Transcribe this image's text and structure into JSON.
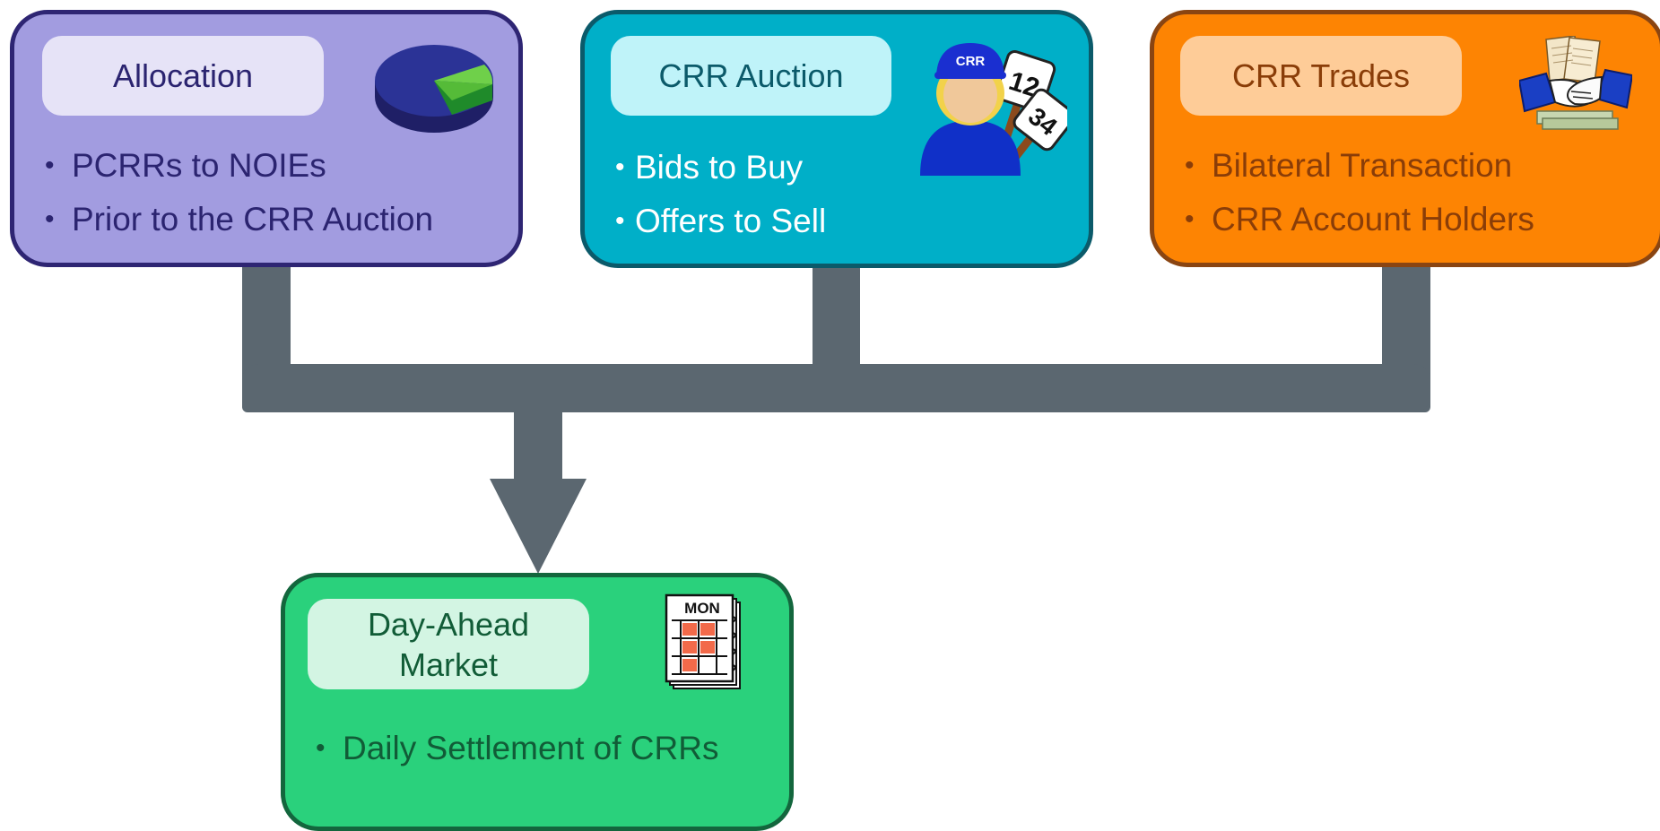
{
  "colors": {
    "connector": "#5b6770",
    "allocation_fill": "#a29ce0",
    "allocation_border": "#2e2573",
    "allocation_text": "#2b2470",
    "auction_fill": "#00afc8",
    "auction_border": "#0b5a6a",
    "auction_text": "#ffffff",
    "trades_fill": "#fd8403",
    "trades_border": "#8a4512",
    "trades_text": "#8a3d08",
    "dam_fill": "#2ad17c",
    "dam_border": "#13663d",
    "dam_text": "#115c37"
  },
  "allocation": {
    "title": "Allocation",
    "icon": "pie-chart-icon",
    "bullets": [
      "PCRRs to NOIEs",
      "Prior to the CRR Auction"
    ]
  },
  "auction": {
    "title": "CRR Auction",
    "icon": "auction-bidder-icon",
    "icon_cap_text": "CRR",
    "icon_paddle_1": "12",
    "icon_paddle_2": "34",
    "bullets": [
      "Bids to Buy",
      "Offers to Sell"
    ]
  },
  "trades": {
    "title": "CRR Trades",
    "icon": "handshake-icon",
    "bullets": [
      "Bilateral Transaction",
      "CRR Account Holders"
    ]
  },
  "dam": {
    "title_line1": "Day-Ahead",
    "title_line2": "Market",
    "icon": "calendar-icon",
    "icon_text": "MON",
    "bullets": [
      "Daily Settlement of CRRs"
    ]
  },
  "bullet_char": "•"
}
